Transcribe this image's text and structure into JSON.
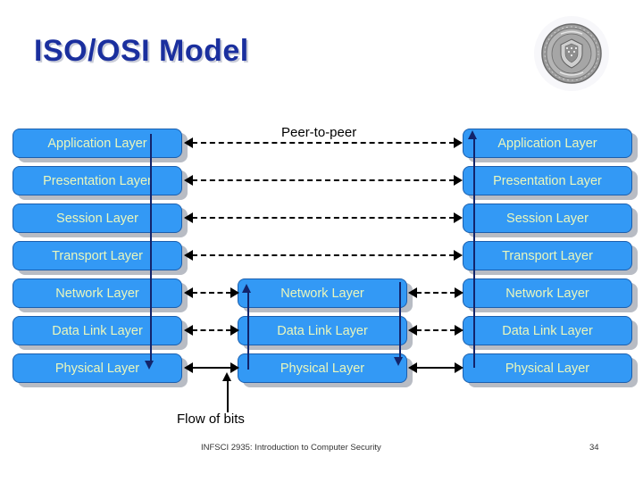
{
  "slide": {
    "title": "ISO/OSI Model",
    "logo_name": "university-seal"
  },
  "labels": {
    "peer_to_peer": "Peer-to-peer",
    "flow_of_bits": "Flow of bits"
  },
  "columns": {
    "left": {
      "name": "host-a",
      "layers": [
        "Application Layer",
        "Presentation Layer",
        "Session Layer",
        "Transport Layer",
        "Network Layer",
        "Data Link Layer",
        "Physical Layer"
      ]
    },
    "middle": {
      "name": "router",
      "layers": [
        "Network Layer",
        "Data Link Layer",
        "Physical Layer"
      ]
    },
    "right": {
      "name": "host-b",
      "layers": [
        "Application Layer",
        "Presentation Layer",
        "Session Layer",
        "Transport Layer",
        "Network Layer",
        "Data Link Layer",
        "Physical Layer"
      ]
    }
  },
  "footer": {
    "course": "INFSCI 2935: Introduction to Computer Security",
    "page": "34"
  },
  "colors": {
    "title": "#1a2f9e",
    "title_shadow": "#c9ccd8",
    "box_fill": "#3399f5",
    "box_border": "#1b5fae",
    "box_text": "#e9f7bd",
    "box_shadow": "#b8bcc4",
    "arrow": "#000000",
    "flow_line": "#12246b"
  }
}
